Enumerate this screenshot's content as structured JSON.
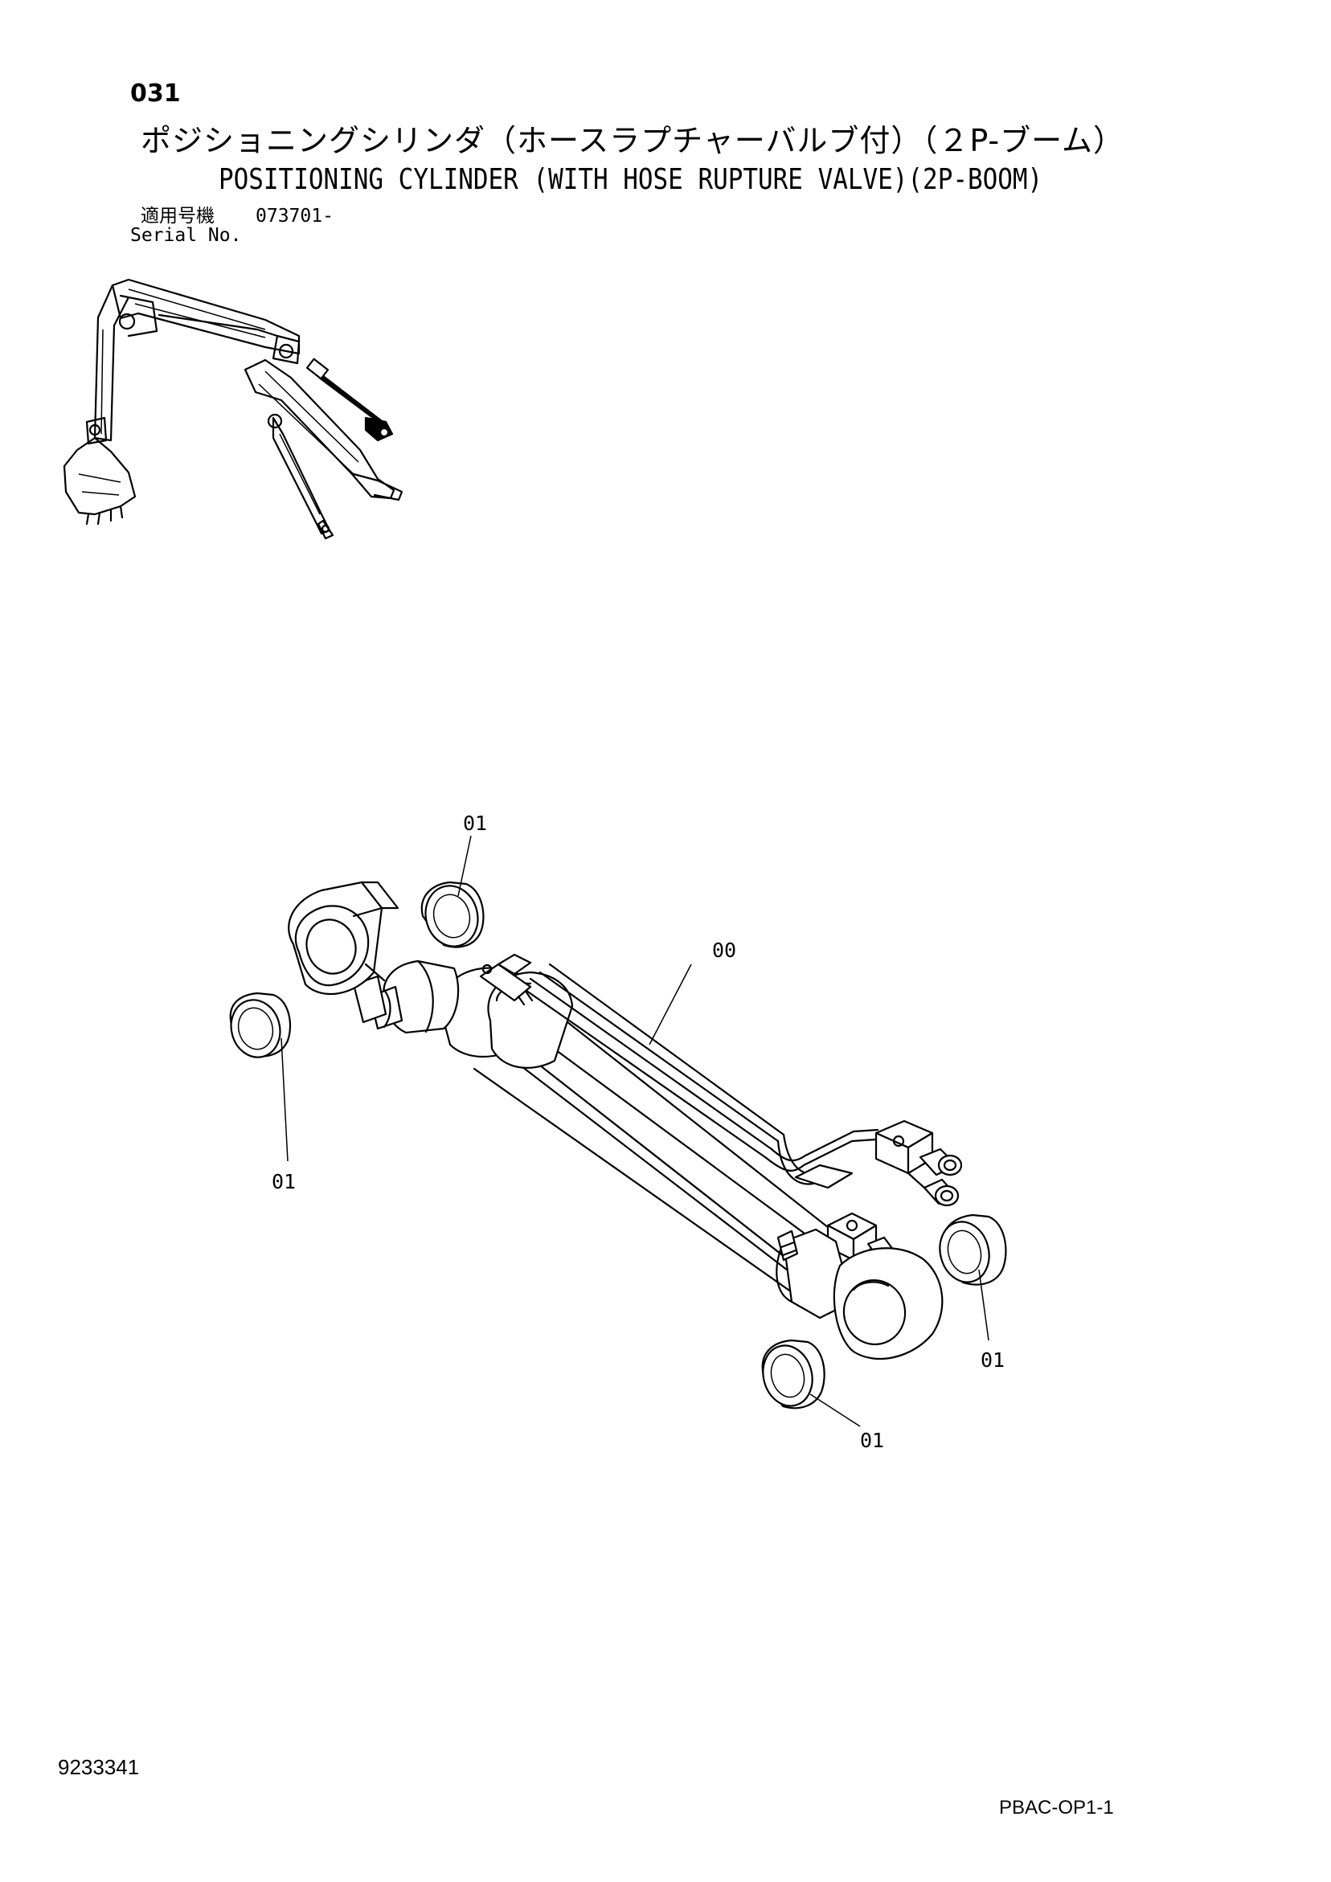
{
  "header": {
    "page_number": "031",
    "title_jp": "ポジショニングシリンダ（ホースラプチャーバルブ付）（２P-ブーム）",
    "title_en": "POSITIONING CYLINDER (WITH HOSE RUPTURE VALVE)(2P-BOOM)",
    "serial_label_jp": "適用号機",
    "serial_value": "073701-",
    "serial_label_en": "Serial No."
  },
  "callouts": [
    "01",
    "00",
    "01",
    "01",
    "01"
  ],
  "footer": {
    "document_number": "9233341",
    "code": "PBAC-OP1-1"
  },
  "colors": {
    "ink": "#000000",
    "paper": "#ffffff"
  }
}
